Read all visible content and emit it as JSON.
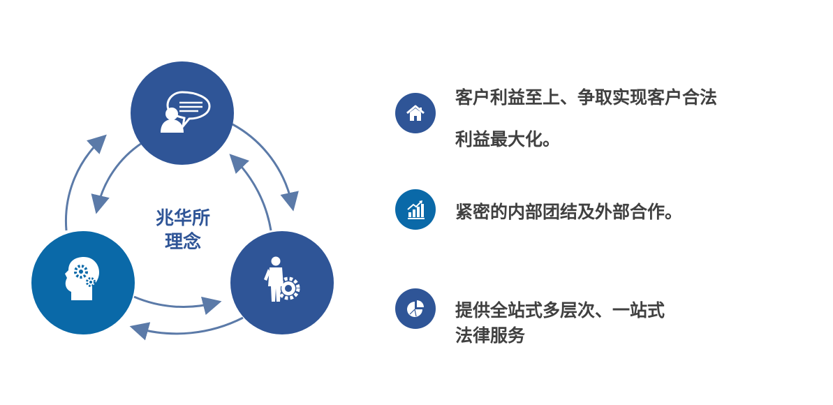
{
  "center": {
    "line1": "兆华所",
    "line2": "理念"
  },
  "nodes": [
    {
      "icon": "person-speech-bubble-icon"
    },
    {
      "icon": "head-gears-icon"
    },
    {
      "icon": "businessman-gear-icon"
    }
  ],
  "items": [
    {
      "icon": "house-icon",
      "line1": "客户利益至上、争取实现客户合法",
      "line2": "利益最大化。"
    },
    {
      "icon": "rising-bar-chart-icon",
      "line1": "紧密的内部团结及外部合作。"
    },
    {
      "icon": "pie-chart-icon",
      "line1": "提供全站式多层次、一站式",
      "line2": "法律服务"
    }
  ],
  "colors": {
    "node_dark": "#2f5597",
    "node_light": "#0a69a8",
    "arrow": "#5b7aa8",
    "title": "#2f5597",
    "text": "#404040"
  }
}
